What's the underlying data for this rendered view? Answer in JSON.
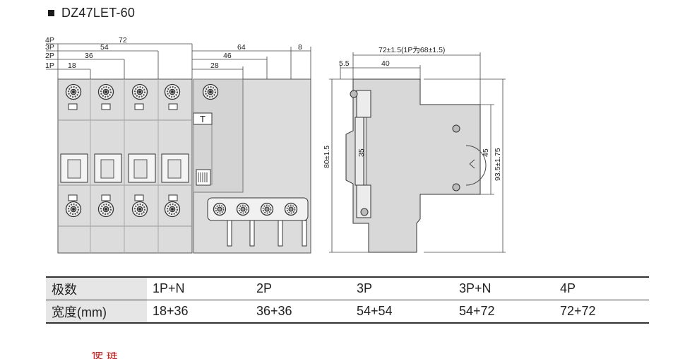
{
  "title": "DZ47LET-60",
  "front_view": {
    "pole_labels": [
      "4P",
      "3P",
      "2P",
      "1P"
    ],
    "left_dims": [
      "72",
      "54",
      "36",
      "18"
    ],
    "right_dims": [
      "64",
      "46",
      "28",
      "8"
    ],
    "module_mark": "T"
  },
  "side_view": {
    "top_dim": "72±1.5(1P为68±1.5)",
    "dim_small": "5.5",
    "dim_40": "40",
    "height_left": "80±1.5",
    "height_inner": "35",
    "height_45": "45",
    "height_total": "93.5±1.75"
  },
  "table": {
    "rows": [
      {
        "head": "极数",
        "cells": [
          "1P+N",
          "2P",
          "3P",
          "3P+N",
          "4P"
        ]
      },
      {
        "head": "宽度(mm)",
        "cells": [
          "18+36",
          "36+36",
          "54+54",
          "54+72",
          "72+72"
        ]
      }
    ]
  },
  "footer_fragment": "使 链"
}
